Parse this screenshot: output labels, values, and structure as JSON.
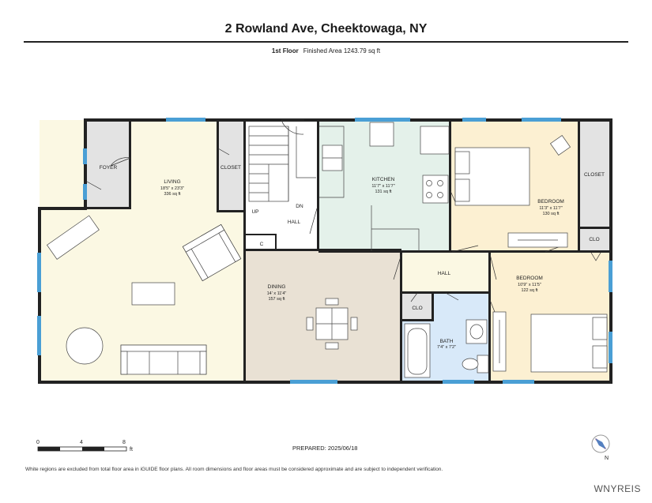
{
  "header": {
    "title": "2 Rowland Ave, Cheektowaga, NY",
    "floor": "1st Floor",
    "area": "Finished Area 1243.79 sq ft"
  },
  "rooms": {
    "foyer": {
      "name": "FOYER"
    },
    "living": {
      "name": "LIVING",
      "dims": "18'5\" x 23'3\"",
      "area": "336 sq ft"
    },
    "closet_living": {
      "name": "CLOSET"
    },
    "stair_hall": {
      "up": "UP",
      "dn": "DN",
      "name": "HALL",
      "c": "C"
    },
    "kitchen": {
      "name": "KITCHEN",
      "dims": "11'7\" x 11'7\"",
      "area": "131 sq ft"
    },
    "bedroom1": {
      "name": "BEDROOM",
      "dims": "11'3\" x 11'7\"",
      "area": "130 sq ft"
    },
    "closet_bed1": {
      "name": "CLOSET"
    },
    "clo_small": {
      "name": "CLO"
    },
    "dining": {
      "name": "DINING",
      "dims": "14' x 11'4\"",
      "area": "157 sq ft"
    },
    "hall2": {
      "name": "HALL"
    },
    "bedroom2": {
      "name": "BEDROOM",
      "dims": "10'9\" x 11'5\"",
      "area": "122 sq ft"
    },
    "clo_bath": {
      "name": "CLO"
    },
    "bath": {
      "name": "BATH",
      "dims": "7'4\" x 7'2\""
    }
  },
  "scale": {
    "labels": [
      "0",
      "4",
      "8"
    ],
    "unit": "ft"
  },
  "compass": {
    "north": "N"
  },
  "footer": {
    "prepared": "PREPARED: 2025/06/18",
    "disclaimer": "White regions are excluded from total floor area in iGUIDE floor plans. All room dimensions and floor areas must be considered approximate and are subject to independent verification.",
    "brand": "WNYREIS"
  },
  "colors": {
    "living": "#fbf8e3",
    "dining": "#e9e1d4",
    "kitchen": "#e4f1ea",
    "bedroom": "#fcf0d2",
    "bath": "#d8e9f9",
    "hall": "#fbf8e3",
    "closet": "#e3e3e3",
    "wall": "#222222",
    "window": "#4a9fd5"
  }
}
